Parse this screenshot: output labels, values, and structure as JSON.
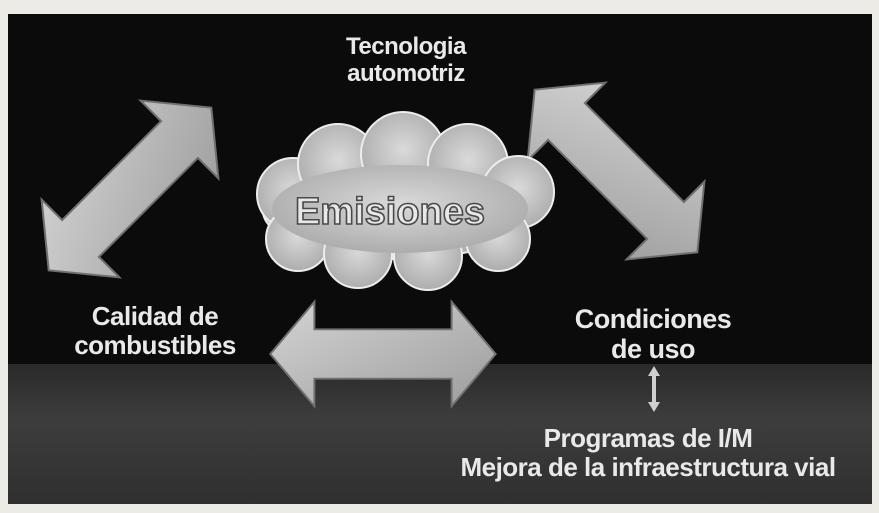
{
  "diagram": {
    "top_label": [
      "Tecnologia",
      "automotriz"
    ],
    "center_label": "Emisiones",
    "left_label": [
      "Calidad de",
      "combustibles"
    ],
    "right_label": [
      "Condiciones",
      "de uso"
    ],
    "bottom_label": [
      "Programas de I/M",
      "Mejora de la infraestructura vial"
    ]
  },
  "colors": {
    "background": "#0b0b0b",
    "arrow": "#b9b9b9",
    "text": "#e9e9e9",
    "cloud": "#d0d0d0"
  }
}
